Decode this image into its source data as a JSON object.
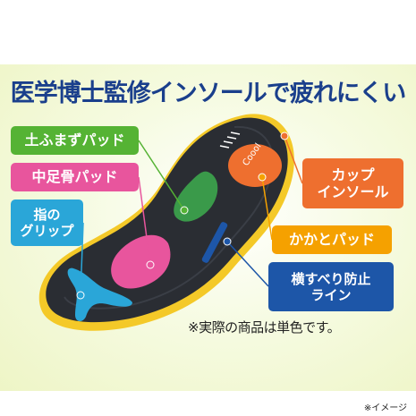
{
  "title": "医学博士監修インソールで疲れにくい",
  "callouts": {
    "earth_pad": "土ふまずパッド",
    "metatarsal_pad": "中足骨パッド",
    "toe_grip_line1": "指の",
    "toe_grip_line2": "グリップ",
    "cup_insole_line1": "カップ",
    "cup_insole_line2": "インソール",
    "heel_pad": "かかとパッド",
    "anti_slip_line1": "横すべり防止",
    "anti_slip_line2": "ライン"
  },
  "heel_logo": "Coool",
  "note": "※実際の商品は単色です。",
  "caption": "※イメージ",
  "colors": {
    "title": "#1a3f8c",
    "green": "#55b334",
    "pink": "#e8559d",
    "cyan": "#2aa6d8",
    "orange": "#ee6f2f",
    "yellow": "#f5a100",
    "blue": "#1d56a8",
    "insole": "#2a2d33",
    "rim": "#f4c928"
  }
}
